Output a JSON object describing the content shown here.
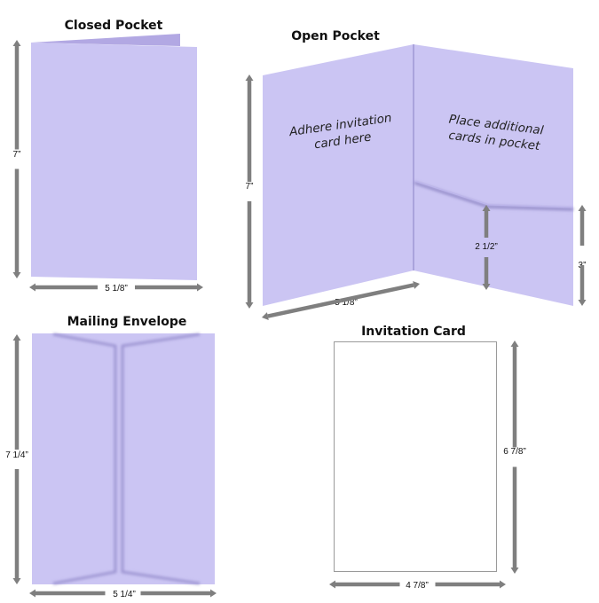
{
  "colors": {
    "paper": "#cbc5f3",
    "paper_back": "#b2a8e3",
    "arrow": "#7f7f7f",
    "card_border": "#9a9a9a"
  },
  "closed_pocket": {
    "title": "Closed Pocket",
    "height": "7”",
    "width": "5 1/8”"
  },
  "open_pocket": {
    "title": "Open Pocket",
    "left_note": [
      "Adhere invitation",
      "card here"
    ],
    "right_note": [
      "Place additional",
      "cards in pocket"
    ],
    "height": "7”",
    "width": "5 1/8”",
    "pocket_center_height": "2 1/2”",
    "pocket_edge_height": "3”"
  },
  "mailing_envelope": {
    "title": "Mailing Envelope",
    "height": "7 1/4”",
    "width": "5 1/4”"
  },
  "invitation_card": {
    "title": "Invitation Card",
    "height": "6 7/8”",
    "width": "4 7/8”"
  }
}
